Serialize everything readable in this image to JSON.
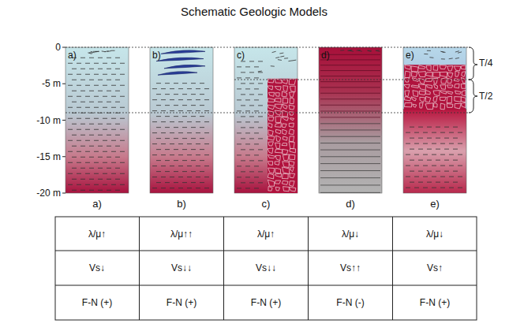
{
  "diagram": {
    "title": "Schematic Geologic Models",
    "labels": [
      "0",
      "-5 m",
      "-10 m",
      "-15 m",
      "-20 m",
      "a)",
      "b)",
      "c)",
      "d)",
      "e)",
      "T/4",
      "T/2",
      "a)",
      "b)",
      "c)",
      "d)",
      "e)",
      "λ/μ↑",
      "λ/μ↑↑",
      "λ/μ↑",
      "λ/μ↓",
      "λ/μ↓",
      "Vs↓",
      "Vs↓↓",
      "Vs↓↓",
      "Vs↑↑",
      "Vs↑",
      "F-N (+)",
      "F-N (+)",
      "F-N (+)",
      "F-N (-)",
      "F-N (+)"
    ]
  }
}
